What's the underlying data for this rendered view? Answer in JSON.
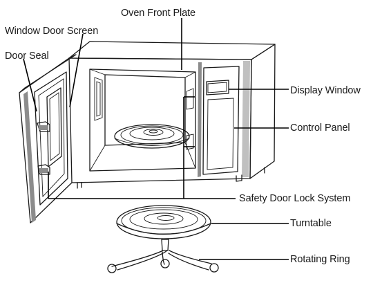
{
  "labels": {
    "window_door_screen": "Window Door Screen",
    "oven_front_plate": "Oven Front Plate",
    "door_seal": "Door Seal",
    "display_window": "Display Window",
    "control_panel": "Control Panel",
    "safety_door_lock_system": "Safety Door Lock System",
    "turntable": "Turntable",
    "rotating_ring": "Rotating Ring"
  }
}
